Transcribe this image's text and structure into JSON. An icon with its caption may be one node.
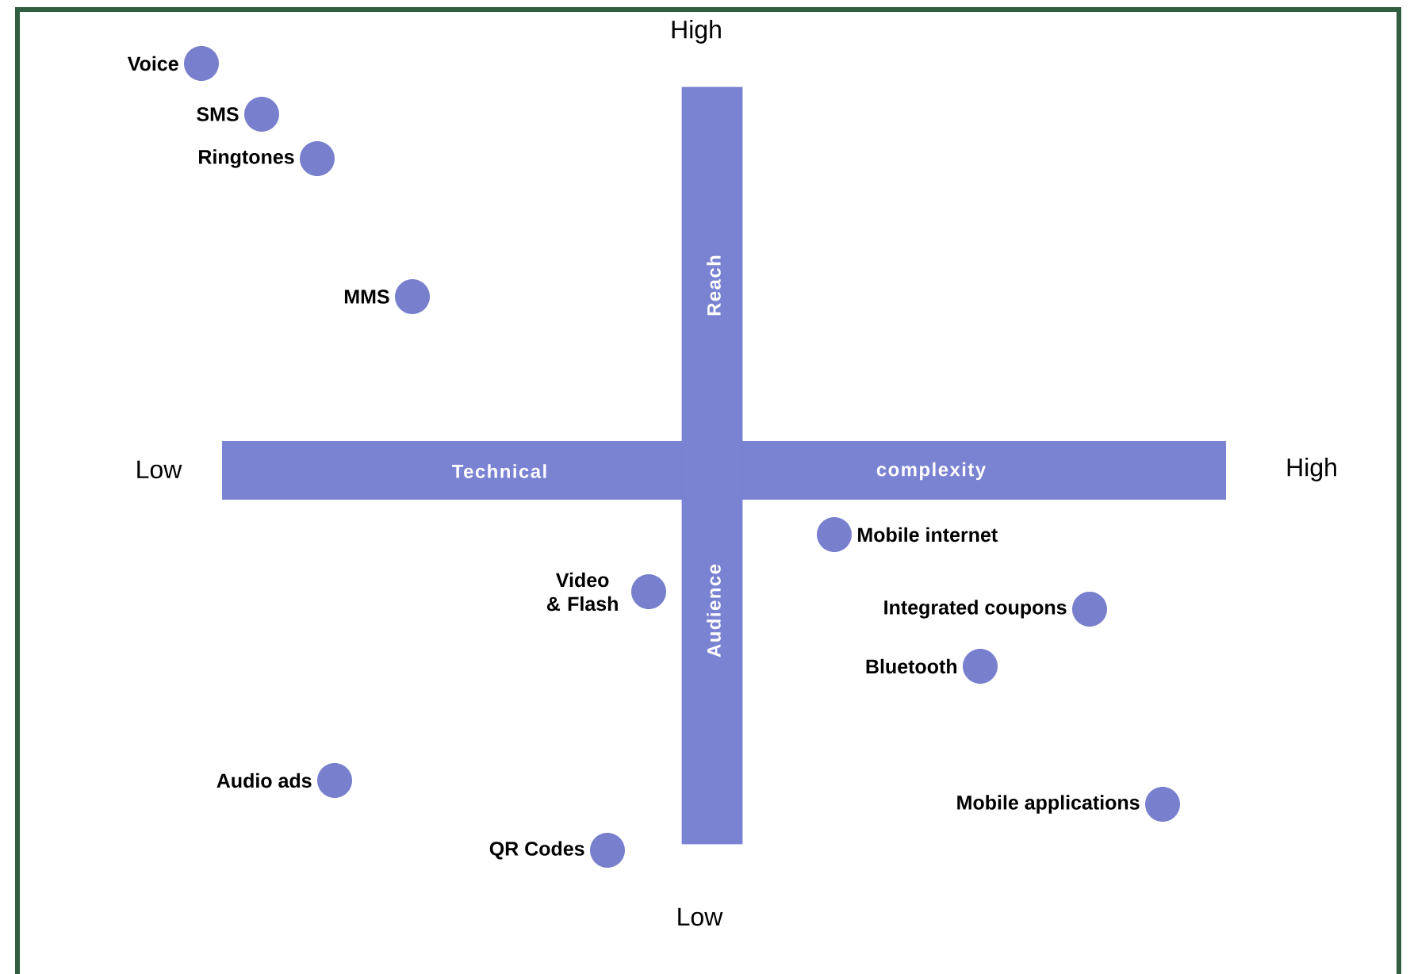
{
  "diagram": {
    "nodes": [
      {
        "text": [
          "Technical",
          "complexity"
        ]
      },
      {
        "text": [
          "Reach",
          "Audience"
        ]
      },
      {
        "text": [],
        "shape": "circle",
        "beside": [
          "Voice"
        ]
      },
      {
        "text": [],
        "shape": "circle",
        "beside": [
          "SMS"
        ]
      },
      {
        "text": [],
        "shape": "circle",
        "beside": [
          "Ringtones"
        ]
      },
      {
        "text": [],
        "shape": "circle",
        "beside": [
          "MMS"
        ]
      },
      {
        "text": [],
        "shape": "circle",
        "beside": [
          "Mobile internet"
        ]
      },
      {
        "text": [],
        "shape": "circle",
        "beside": [
          "Video & Flash"
        ]
      },
      {
        "text": [],
        "shape": "circle",
        "beside": [
          "Integrated coupons"
        ]
      },
      {
        "text": [],
        "shape": "circle",
        "beside": [
          "Bluetooth"
        ]
      },
      {
        "text": [],
        "shape": "circle",
        "beside": [
          "Audio ads"
        ]
      },
      {
        "text": [],
        "shape": "circle",
        "beside": [
          "Mobile applications"
        ]
      },
      {
        "text": [],
        "shape": "circle",
        "beside": [
          "QR Codes"
        ]
      }
    ],
    "labels": [
      "High",
      "Low",
      "High",
      "Low"
    ]
  }
}
